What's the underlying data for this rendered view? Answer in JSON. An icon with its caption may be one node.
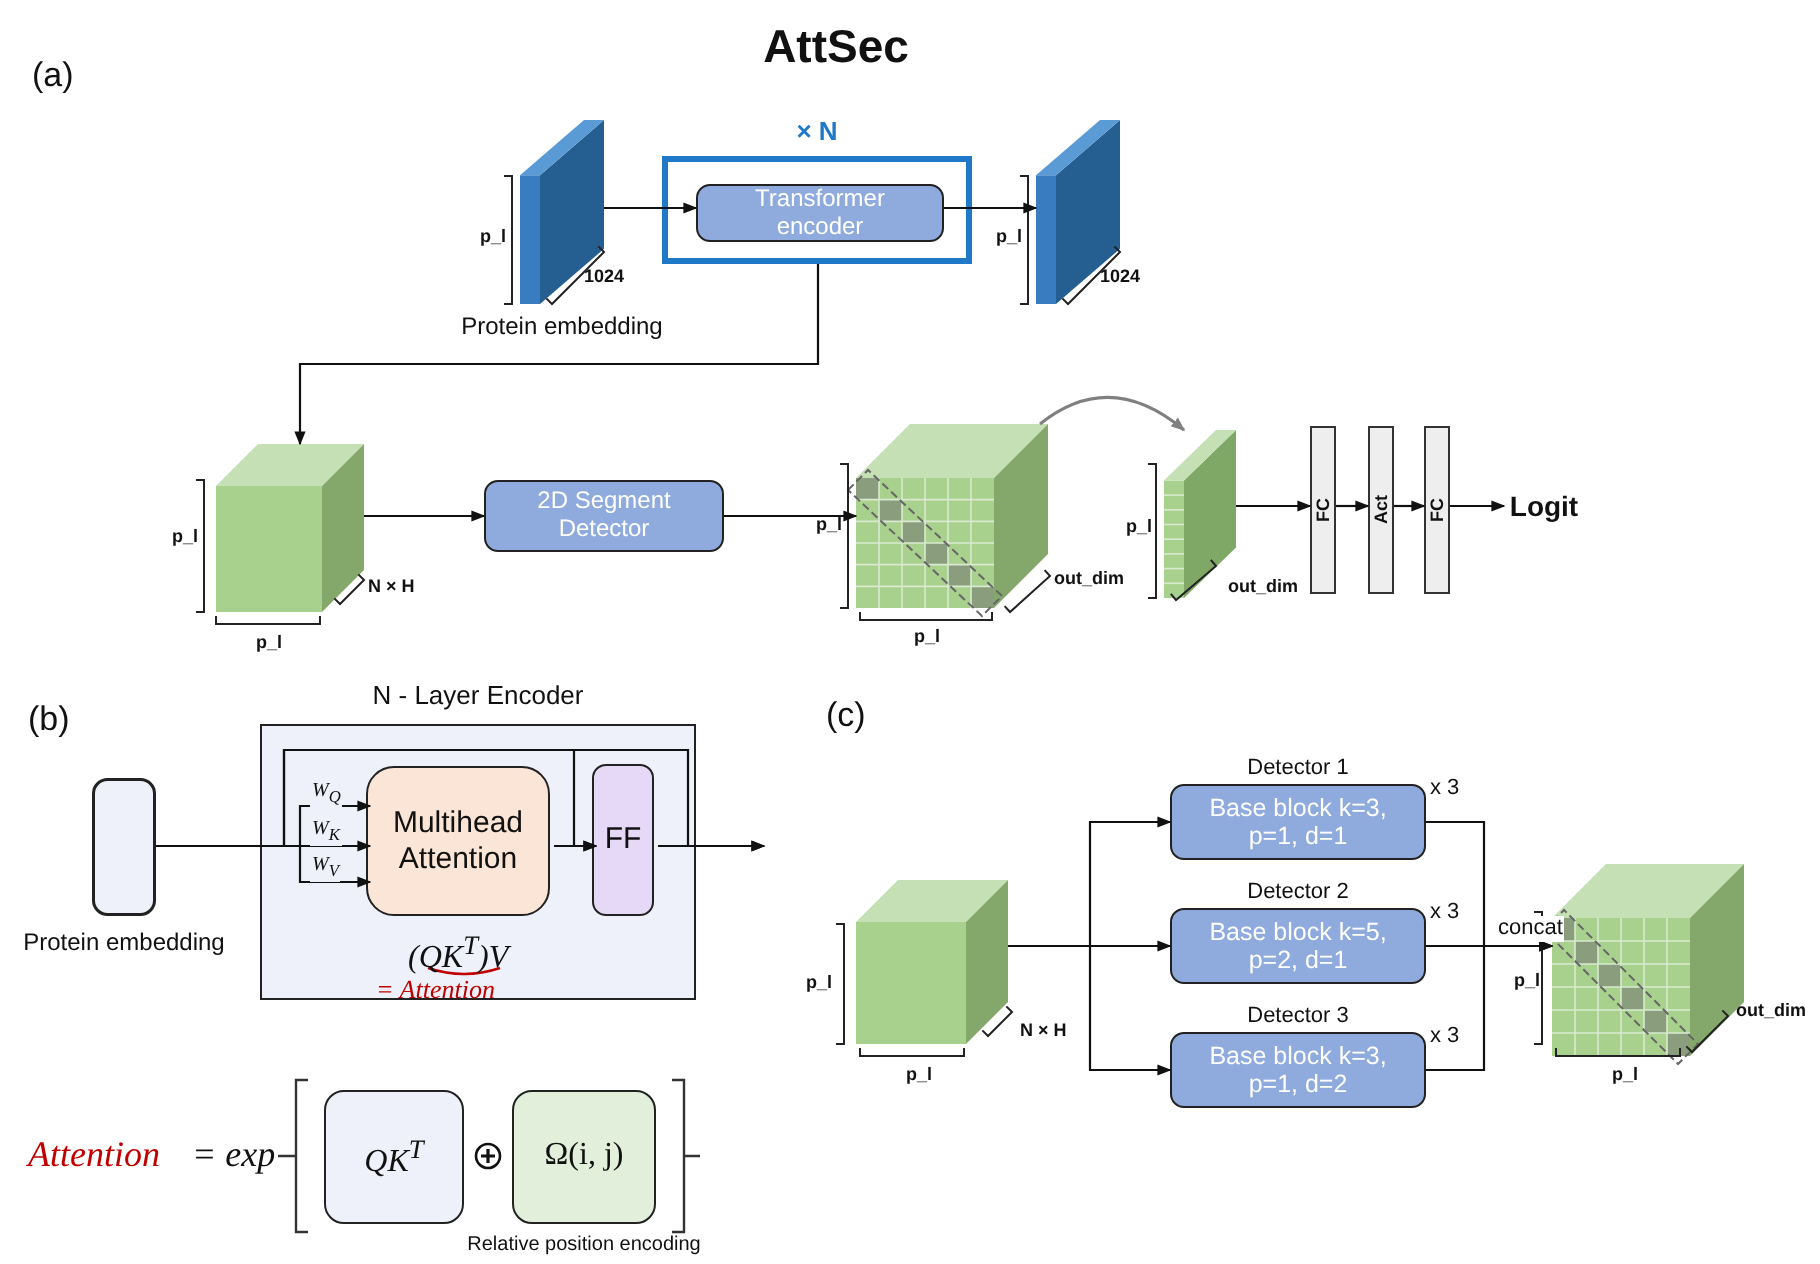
{
  "diagram": {
    "title": "AttSec",
    "nodes": [
      {
        "text": [],
        "shape": "box",
        "beside": [
          "Protein embedding"
        ]
      },
      {
        "text": [
          "× N"
        ]
      },
      {
        "text": [
          "Transformer encoder"
        ],
        "in": 1
      },
      {
        "text": [],
        "shape": "box"
      },
      {
        "text": [],
        "shape": "box"
      },
      {
        "text": [
          "2D Segment Detector"
        ]
      },
      {
        "text": [],
        "shape": "box"
      },
      {
        "text": [],
        "shape": "box"
      },
      {
        "text": [
          "FC"
        ]
      },
      {
        "text": [
          "Act"
        ]
      },
      {
        "text": [
          "FC"
        ]
      },
      {
        "text": [
          "Logit"
        ]
      },
      {
        "text": [
          "N  -  Layer Encoder"
        ]
      },
      {
        "text": [],
        "shape": "box",
        "beside": [
          "Protein embedding"
        ]
      },
      {
        "text": [
          "Multihead Attention"
        ],
        "in": 12
      },
      {
        "text": [
          "FF"
        ],
        "in": 12
      },
      {
        "text": [
          "QK$^{T}$"
        ]
      },
      {
        "text": [
          "Ω(i, j)"
        ],
        "beside": [
          "Relative position encoding"
        ]
      },
      {
        "text": [],
        "shape": "box"
      },
      {
        "text": [
          "Detector 1",
          "Base block k=3, p=1, d=1"
        ],
        "beside": [
          "x 3"
        ]
      },
      {
        "text": [
          "Detector 2",
          "Base block k=5, p=2, d=1"
        ],
        "beside": [
          "x 3"
        ]
      },
      {
        "text": [
          "Detector 3",
          "Base block k=3, p=1, d=2"
        ],
        "beside": [
          "x 3"
        ]
      },
      {
        "text": [],
        "shape": "box"
      }
    ],
    "edges": [
      {
        "from": 0,
        "to": 2,
        "arrow": "to"
      },
      {
        "from": 2,
        "to": 3,
        "arrow": "to"
      },
      {
        "from": 1,
        "to": 4,
        "arrow": "to"
      },
      {
        "from": 4,
        "to": 5,
        "arrow": "to"
      },
      {
        "from": 5,
        "to": 6,
        "arrow": "to"
      },
      {
        "from": 6,
        "to": 7,
        "arrow": "to",
        "color": "#808080"
      },
      {
        "from": 7,
        "to": 8,
        "arrow": "to"
      },
      {
        "from": 8,
        "to": 9,
        "arrow": "to"
      },
      {
        "from": 9,
        "to": 10,
        "arrow": "to"
      },
      {
        "from": 10,
        "to": 11,
        "arrow": "to"
      },
      {
        "from": 13,
        "to": 14,
        "arrow": "to",
        "label": "W$_{Q}$"
      },
      {
        "from": 13,
        "to": 14,
        "arrow": "to",
        "label": "W$_{K}$"
      },
      {
        "from": 13,
        "to": 14,
        "arrow": "to",
        "label": "W$_{V}$"
      },
      {
        "from": 13,
        "to": 15,
        "arrow": "to"
      },
      {
        "from": 14,
        "to": 15,
        "arrow": "to"
      },
      {
        "from": 13,
        "to": null,
        "arrow": "to"
      },
      {
        "from": 15,
        "to": null,
        "arrow": "to"
      },
      {
        "from": 18,
        "to": 19,
        "arrow": "to"
      },
      {
        "from": 18,
        "to": 20,
        "arrow": "to"
      },
      {
        "from": 18,
        "to": 21,
        "arrow": "to"
      },
      {
        "from": 19,
        "to": 22,
        "arrow": "to"
      },
      {
        "from": 20,
        "to": 22,
        "arrow": "to",
        "label": "concat"
      },
      {
        "from": 21,
        "to": 22,
        "arrow": "to"
      }
    ],
    "labels": [
      "(a)",
      "(b)",
      "(c)",
      "p_l",
      "1024",
      "p_l",
      "1024",
      "p_l",
      "N × H",
      "p_l",
      "p_l",
      "out_dim",
      "p_l",
      "p_l",
      "out_dim",
      "(QK$^{T}$)V",
      "= Attention",
      "Attention",
      "= exp",
      "p_l",
      "N × H",
      "p_l",
      "p_l",
      "out_dim",
      "p_l"
    ]
  }
}
